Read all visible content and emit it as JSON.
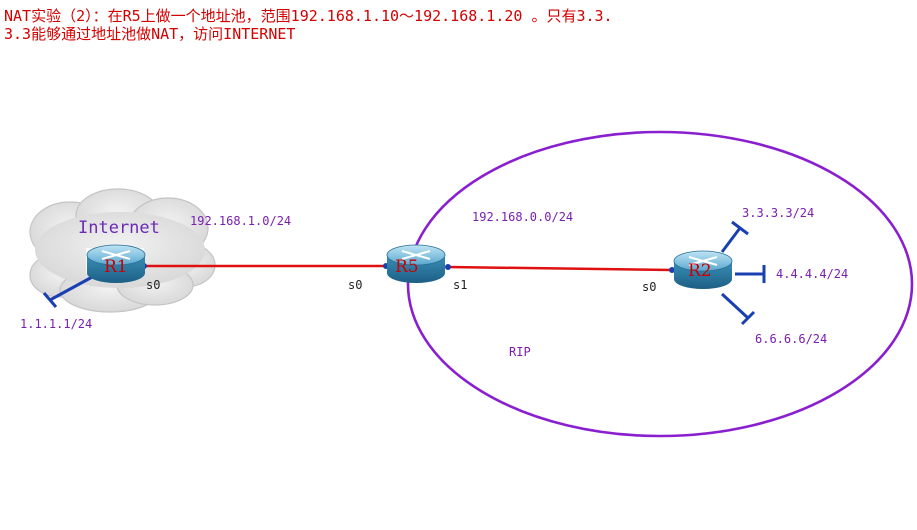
{
  "title": {
    "line1": "NAT实验（2）：在R5上做一个地址池，范围192.168.1.10～192.168.1.20 。只有3.3.",
    "line2": "3.3能够通过地址池做NAT，访问INTERNET"
  },
  "cloud": {
    "label": "Internet"
  },
  "routers": {
    "r1": {
      "name": "R1"
    },
    "r5": {
      "name": "R5"
    },
    "r2": {
      "name": "R2"
    }
  },
  "networks": {
    "left_link": "192.168.1.0/24",
    "right_link": "192.168.0.0/24",
    "r1_loopback": "1.1.1.1/24",
    "r2_loop3": "3.3.3.3/24",
    "r2_loop4": "4.4.4.4/24",
    "r2_loop6": "6.6.6.6/24",
    "rip_area": "RIP"
  },
  "interfaces": {
    "r1_s0": "s0",
    "r5_s0": "s0",
    "r5_s1": "s1",
    "r2_s0": "s0"
  },
  "colors": {
    "title": "#d40000",
    "link": "#e01010",
    "rip_ellipse": "#8a1fd0",
    "label": "#7a1fb0",
    "router_body": "#3a8fb8",
    "endpoint": "#1a3fb0"
  }
}
